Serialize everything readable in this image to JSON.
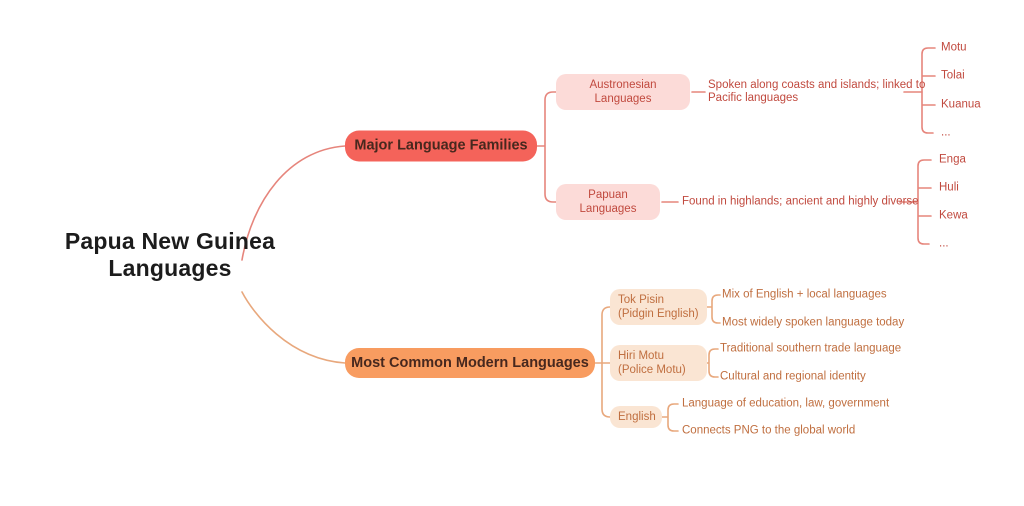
{
  "mindmap": {
    "root": {
      "title": "Papua New Guinea\nLanguages"
    },
    "branches": [
      {
        "label": "Major Language Families",
        "children": [
          {
            "label": "Austronesian Languages",
            "note": "Spoken along coasts and islands; linked to\nPacific languages",
            "leaves": [
              "Motu",
              "Tolai",
              "Kuanua",
              "..."
            ]
          },
          {
            "label": "Papuan Languages",
            "note": "Found in highlands; ancient and highly diverse",
            "leaves": [
              "Enga",
              "Huli",
              "Kewa",
              "..."
            ]
          }
        ]
      },
      {
        "label": "Most Common Modern Languages",
        "children": [
          {
            "label": "Tok Pisin\n(Pidgin English)",
            "points": [
              "Mix of English + local languages",
              "Most widely spoken language today"
            ]
          },
          {
            "label": "Hiri Motu\n(Police Motu)",
            "points": [
              "Traditional southern trade language",
              "Cultural and regional identity"
            ]
          },
          {
            "label": "English",
            "points": [
              "Language of education, law, government",
              "Connects PNG to the global world"
            ]
          }
        ]
      }
    ]
  },
  "colors": {
    "b1_fill": "#f4635a",
    "b1_soft": "#fcdbd8",
    "b1_ink": "#c14a3f",
    "b1_line": "#e6857c",
    "b2_fill": "#f89c60",
    "b2_soft": "#fae5d3",
    "b2_ink": "#c06f40",
    "b2_line": "#e8a87d",
    "ink_dark": "#47281e",
    "ink_root": "#1c1c1c"
  }
}
